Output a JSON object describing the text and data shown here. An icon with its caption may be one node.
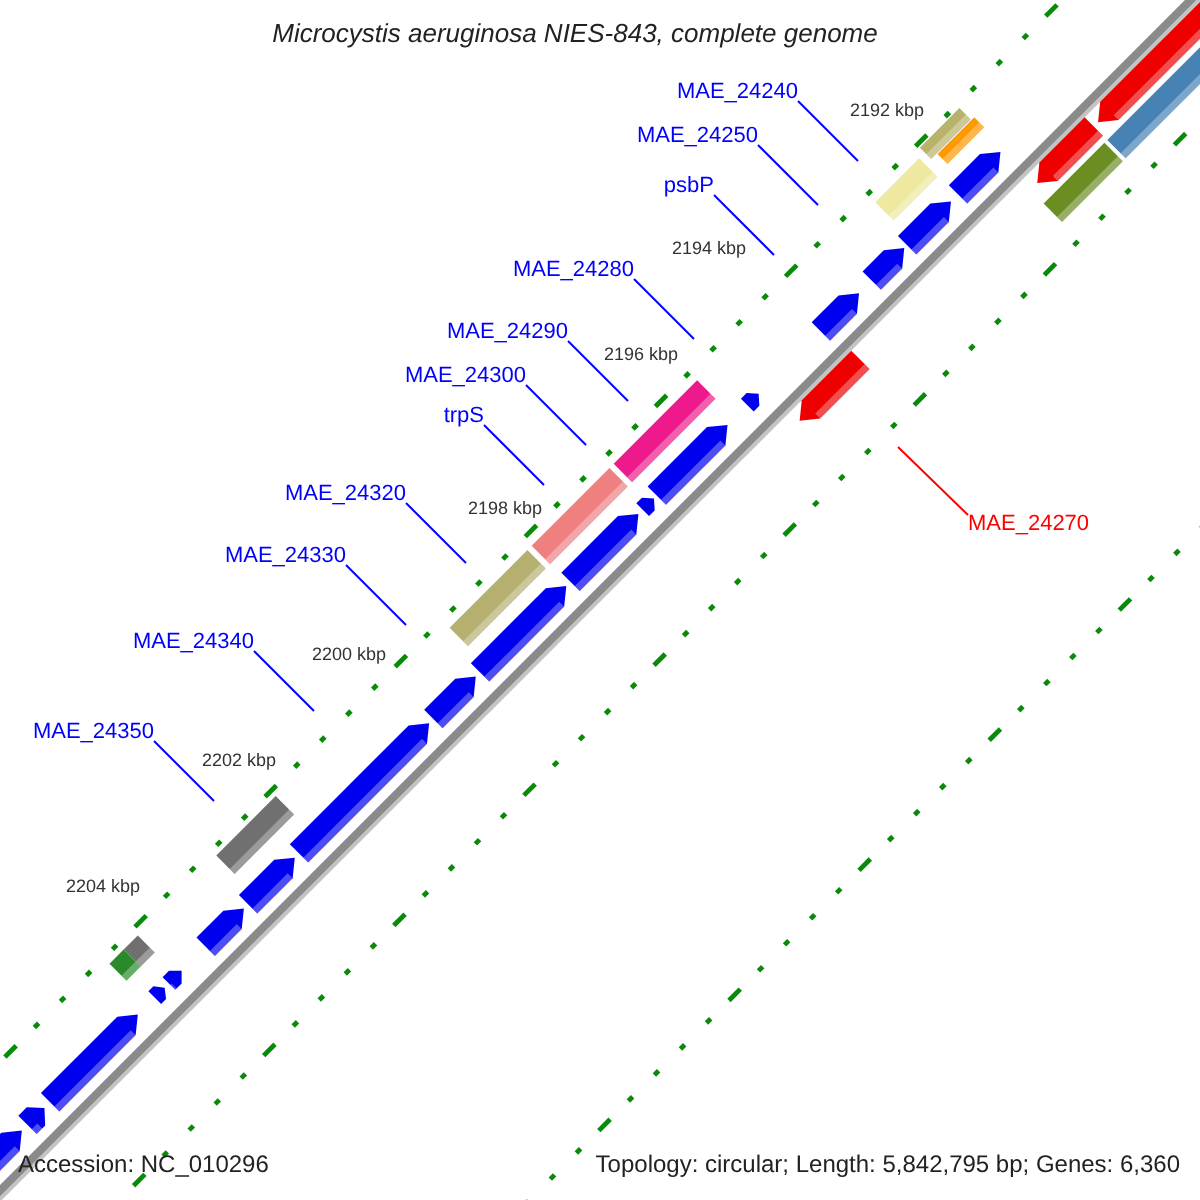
{
  "diagram": {
    "title": "Microcystis aeruginosa NIES-843, complete genome",
    "nodes": [
      {
        "text": [
          "MAE_24240"
        ]
      },
      {
        "text": [
          "MAE_24250"
        ]
      },
      {
        "text": [
          "psbP"
        ]
      },
      {
        "text": [
          "MAE_24280"
        ]
      },
      {
        "text": [
          "MAE_24290"
        ]
      },
      {
        "text": [
          "MAE_24300"
        ]
      },
      {
        "text": [
          "trpS"
        ]
      },
      {
        "text": [
          "MAE_24320"
        ]
      },
      {
        "text": [
          "MAE_24270"
        ]
      },
      {
        "text": [
          "MAE_24330"
        ]
      },
      {
        "text": [
          "MAE_24340"
        ]
      },
      {
        "text": [
          "MAE_24350"
        ]
      }
    ],
    "edges": [
      {
        "from": 0,
        "to": null,
        "arrow": "none"
      },
      {
        "from": 1,
        "to": null,
        "arrow": "none"
      },
      {
        "from": 2,
        "to": null,
        "arrow": "none"
      },
      {
        "from": 3,
        "to": null,
        "arrow": "none"
      },
      {
        "from": 4,
        "to": null,
        "arrow": "none"
      },
      {
        "from": 5,
        "to": null,
        "arrow": "none"
      },
      {
        "from": 6,
        "to": null,
        "arrow": "none"
      },
      {
        "from": 7,
        "to": null,
        "arrow": "none"
      },
      {
        "from": 8,
        "to": null,
        "arrow": "none",
        "color": "#ff0000"
      },
      {
        "from": 9,
        "to": null,
        "arrow": "none"
      },
      {
        "from": 10,
        "to": null,
        "arrow": "none"
      },
      {
        "from": 11,
        "to": null,
        "arrow": "none"
      }
    ],
    "labels": [
      "2192 kbp",
      "2194 kbp",
      "2196 kbp",
      "2198 kbp",
      "2200 kbp",
      "2202 kbp",
      "2204 kbp",
      "Accession: NC_010296",
      "Topology: circular; Length: 5,842,795 bp; Genes: 6,360"
    ]
  }
}
